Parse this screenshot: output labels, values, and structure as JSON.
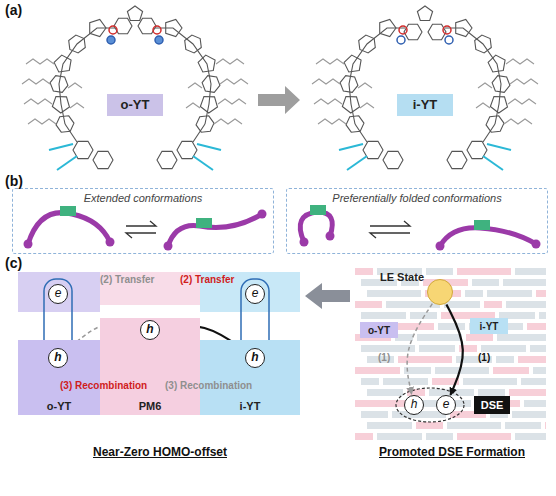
{
  "diagram": {
    "nodes": [
      {
        "text": [
          "o-YT"
        ]
      },
      {
        "text": [
          "i-YT"
        ]
      },
      {
        "text": [
          "Extended conformations"
        ]
      },
      {
        "text": [
          "Preferentially folded conformations"
        ]
      },
      {
        "text": [
          "o-YT"
        ]
      },
      {
        "text": [
          "PM6"
        ]
      },
      {
        "text": [
          "i-YT"
        ]
      },
      {
        "text": [
          "e"
        ]
      },
      {
        "text": [
          "h"
        ],
        "in": 4
      },
      {
        "text": [
          "h"
        ],
        "in": 5
      },
      {
        "text": [
          "e"
        ]
      },
      {
        "text": [
          "h"
        ],
        "in": 6
      },
      {
        "text": [
          "LE State"
        ]
      },
      {
        "text": [
          "o-YT"
        ]
      },
      {
        "text": [
          "i-YT"
        ]
      },
      {
        "text": [
          "h"
        ]
      },
      {
        "text": [
          "e"
        ]
      },
      {
        "text": [
          "DSE"
        ]
      }
    ],
    "edges": [
      {
        "from": 11,
        "to": 9,
        "arrow": "to",
        "label": "(2) Transfer"
      },
      {
        "from": 9,
        "to": 8,
        "arrow": "to",
        "label": "(3) Recombination"
      },
      {
        "from": 8,
        "to": 9,
        "arrow": "to",
        "label": "(2) Transfer"
      },
      {
        "from": 9,
        "to": 11,
        "arrow": "to",
        "label": "(3) Recombination"
      },
      {
        "from": 12,
        "to": 15,
        "arrow": "to",
        "label": "(1)"
      },
      {
        "from": 12,
        "to": 16,
        "arrow": "to",
        "label": "(1)"
      }
    ],
    "labels": [
      "(a)",
      "(b)",
      "(c)",
      "Near-Zero HOMO-offset",
      "Promoted DSE Formation"
    ]
  }
}
